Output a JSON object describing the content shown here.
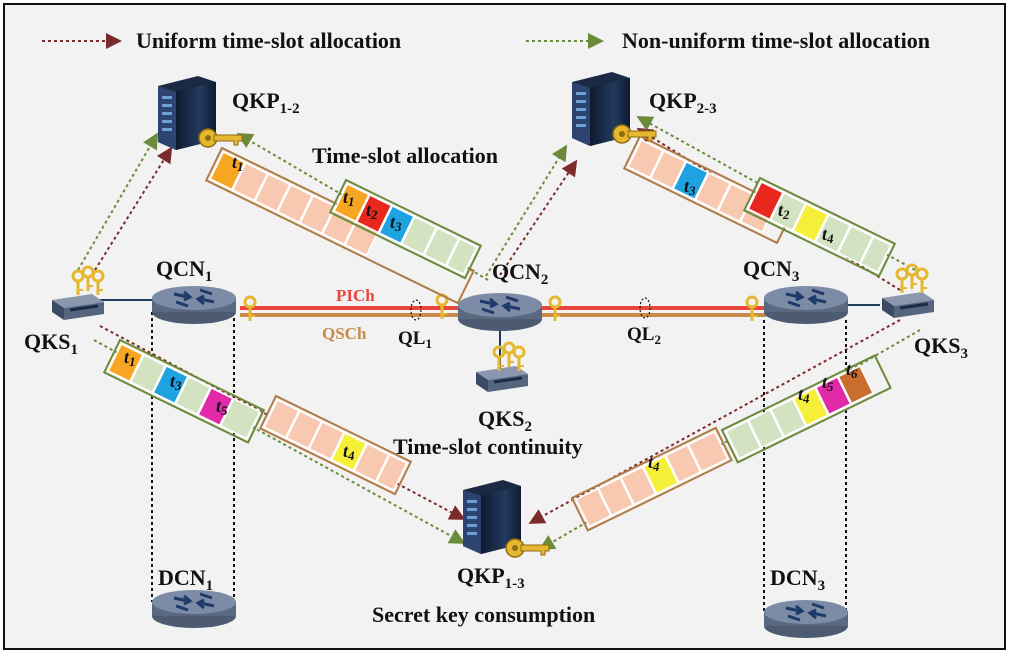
{
  "legend": {
    "uniform": "Uniform time-slot allocation",
    "nonuniform": "Non-uniform time-slot allocation"
  },
  "colors": {
    "uniform": "#7b2b2b",
    "nonuniform": "#6b8a3a",
    "pich": "#e8453c",
    "qsch": "#c98a4a",
    "node": "#6f7f99",
    "server": "#1f2e4a",
    "key": "#e6b830",
    "slot_empty_uniform": "#f8c9b0",
    "slot_empty_nonuniform": "#d3e2c0"
  },
  "nodes": {
    "qcn1": {
      "main": "QCN",
      "sub": "1"
    },
    "qcn2": {
      "main": "QCN",
      "sub": "2"
    },
    "qcn3": {
      "main": "QCN",
      "sub": "3"
    },
    "dcn1": {
      "main": "DCN",
      "sub": "1"
    },
    "dcn3": {
      "main": "DCN",
      "sub": "3"
    },
    "qks1": {
      "main": "QKS",
      "sub": "1"
    },
    "qks2": {
      "main": "QKS",
      "sub": "2"
    },
    "qks3": {
      "main": "QKS",
      "sub": "3"
    },
    "qkp12": {
      "main": "QKP",
      "sub": "1-2"
    },
    "qkp23": {
      "main": "QKP",
      "sub": "2-3"
    },
    "qkp13": {
      "main": "QKP",
      "sub": "1-3"
    }
  },
  "links": {
    "pich": "PICh",
    "qsch": "QSCh",
    "ql1": {
      "main": "QL",
      "sub": "1"
    },
    "ql2": {
      "main": "QL",
      "sub": "2"
    }
  },
  "annotations": {
    "allocation": "Time-slot allocation",
    "continuity": "Time-slot continuity",
    "consumption": "Secret key consumption"
  },
  "slots": {
    "t1": {
      "main": "t",
      "sub": "1",
      "color": "#f6a623"
    },
    "t2": {
      "main": "t",
      "sub": "2",
      "color": "#e8281f"
    },
    "t3": {
      "main": "t",
      "sub": "3",
      "color": "#1ea2e0"
    },
    "t4": {
      "main": "t",
      "sub": "4",
      "color": "#f5ef3a"
    },
    "t5": {
      "main": "t",
      "sub": "5",
      "color": "#e02aa7"
    },
    "t6": {
      "main": "t",
      "sub": "6",
      "color": "#c96e2e"
    }
  }
}
